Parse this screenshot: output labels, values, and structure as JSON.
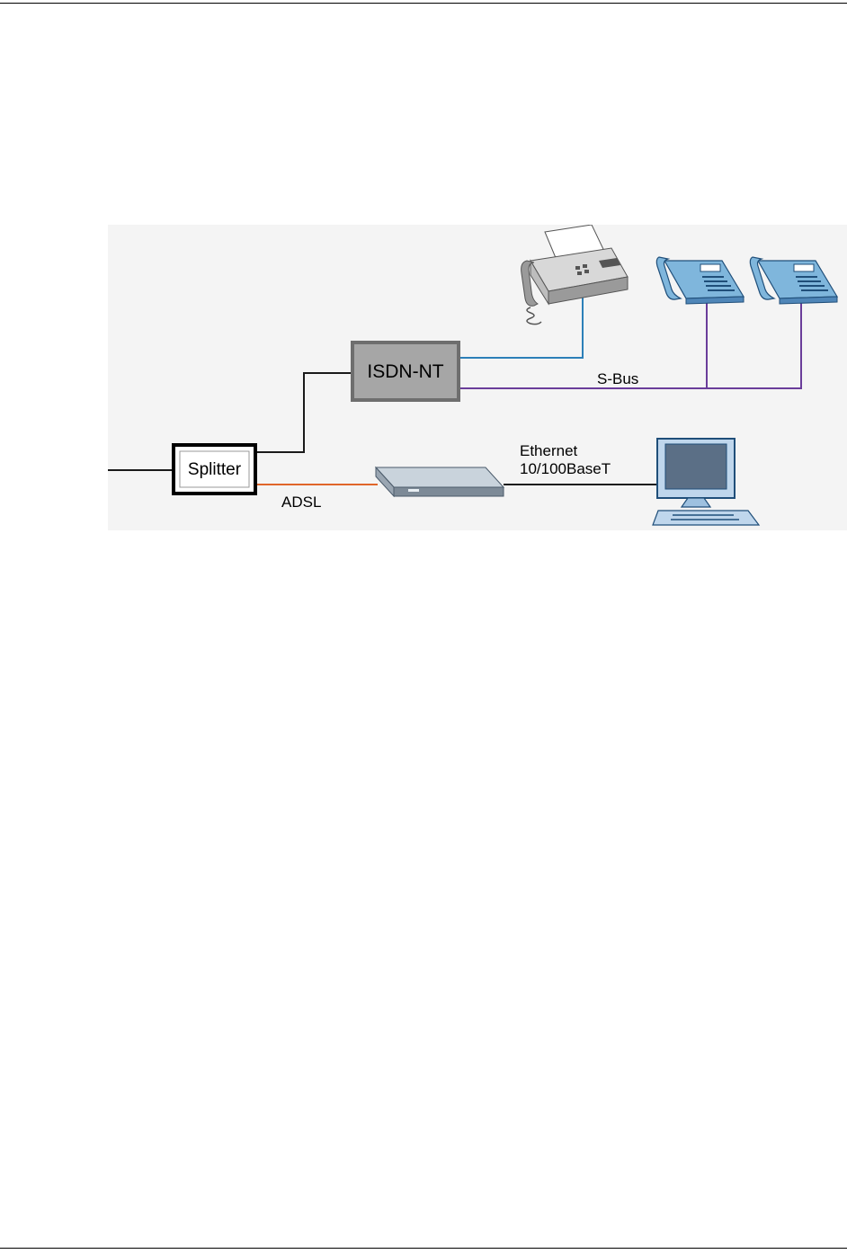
{
  "diagram": {
    "nodes": {
      "isdn_nt": "ISDN-NT",
      "splitter": "Splitter"
    },
    "links": {
      "s_bus": "S-Bus",
      "adsl": "ADSL",
      "ethernet_line1": "Ethernet",
      "ethernet_line2": "10/100BaseT"
    },
    "devices": [
      "fax-machine",
      "telephone",
      "telephone",
      "adsl-modem",
      "desktop-computer"
    ],
    "colors": {
      "background": "#f4f4f4",
      "isdn_box_fill": "#a6a6a6",
      "isdn_box_border": "#6e6e6e",
      "fax_link": "#2c7fb8",
      "s_bus_link": "#6a3d9a",
      "adsl_link": "#e0662a",
      "line_black": "#1a1a1a",
      "phone_fill": "#7fb6dc",
      "monitor_frame": "#bfd6ec",
      "screen": "#5b6f86"
    }
  }
}
